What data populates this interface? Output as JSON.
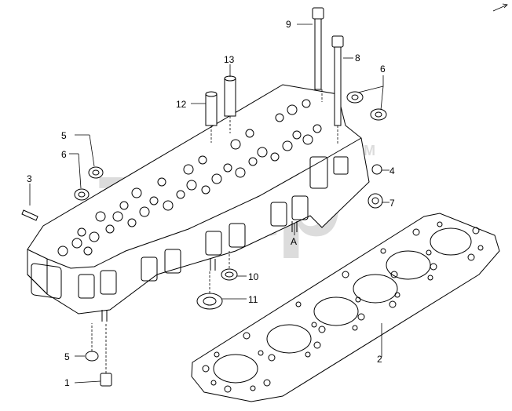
{
  "watermark": {
    "text": "znap",
    "trademark": "TM"
  },
  "callouts": [
    {
      "id": "c9",
      "label": "9"
    },
    {
      "id": "c8",
      "label": "8"
    },
    {
      "id": "c6a",
      "label": "6"
    },
    {
      "id": "c13",
      "label": "13"
    },
    {
      "id": "c12",
      "label": "12"
    },
    {
      "id": "c5a",
      "label": "5"
    },
    {
      "id": "c6b",
      "label": "6"
    },
    {
      "id": "c3",
      "label": "3"
    },
    {
      "id": "c4",
      "label": "4"
    },
    {
      "id": "c7",
      "label": "7"
    },
    {
      "id": "cA",
      "label": "A"
    },
    {
      "id": "c10",
      "label": "10"
    },
    {
      "id": "c11",
      "label": "11"
    },
    {
      "id": "c5b",
      "label": "5"
    },
    {
      "id": "c1",
      "label": "1"
    },
    {
      "id": "c2",
      "label": "2"
    }
  ],
  "colors": {
    "line": "#000000",
    "background": "#ffffff",
    "watermark": "#dcdcdc"
  }
}
